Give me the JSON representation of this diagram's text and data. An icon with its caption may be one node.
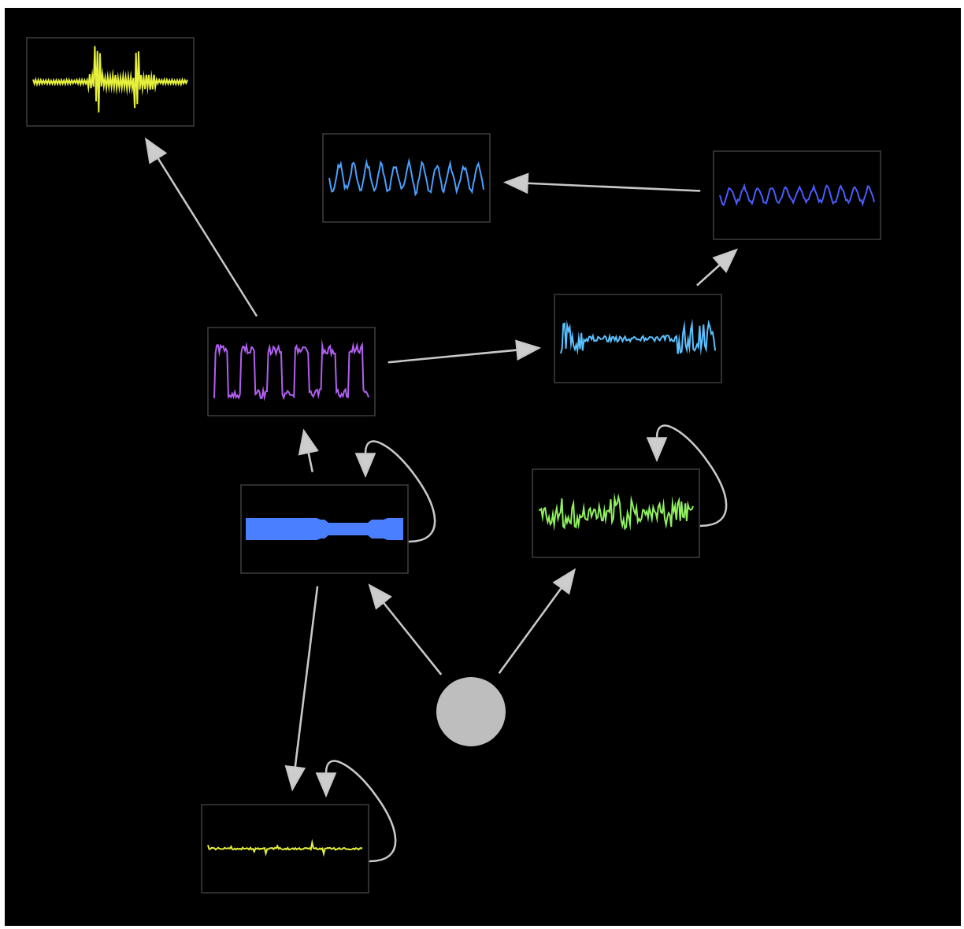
{
  "diagram": {
    "nodes": [
      {
        "text": [],
        "shape": "picture"
      },
      {
        "text": [],
        "shape": "picture"
      },
      {
        "text": [],
        "shape": "picture"
      },
      {
        "text": [],
        "shape": "picture"
      },
      {
        "text": [],
        "shape": "picture"
      },
      {
        "text": [],
        "shape": "picture"
      },
      {
        "text": [],
        "shape": "picture"
      },
      {
        "text": [],
        "shape": "picture"
      },
      {
        "text": [],
        "shape": "circle"
      }
    ],
    "edges": [
      {
        "from": 8,
        "to": 6,
        "arrow": "to"
      },
      {
        "from": 8,
        "to": 5,
        "arrow": "to"
      },
      {
        "from": 6,
        "to": 4,
        "arrow": "to"
      },
      {
        "from": 6,
        "to": 6,
        "arrow": "to"
      },
      {
        "from": 5,
        "to": 5,
        "arrow": "to"
      },
      {
        "from": 6,
        "to": 7,
        "arrow": "to"
      },
      {
        "from": 7,
        "to": 7,
        "arrow": "to"
      },
      {
        "from": 4,
        "to": 0,
        "arrow": "to"
      },
      {
        "from": 4,
        "to": 3,
        "arrow": "to"
      },
      {
        "from": 3,
        "to": 2,
        "arrow": "to"
      },
      {
        "from": 2,
        "to": 1,
        "arrow": "to"
      }
    ]
  }
}
